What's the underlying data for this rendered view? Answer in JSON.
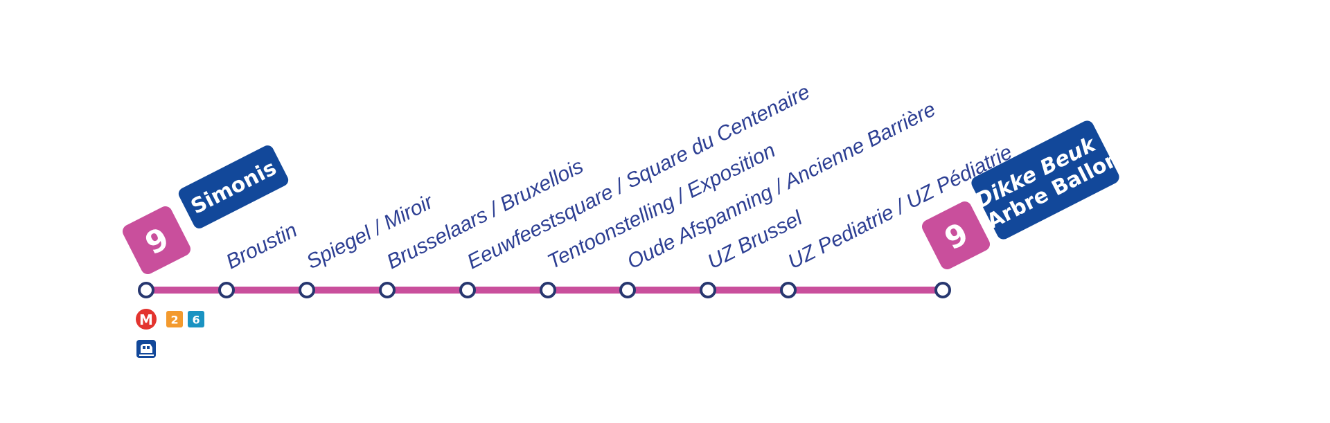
{
  "line": {
    "number": "9",
    "color": "#c94f9c",
    "terminus_color": "#12489a",
    "stop_ring_color": "#27376f"
  },
  "origin": {
    "name": "Simonis"
  },
  "destination": {
    "name_nl": "Dikke Beuk",
    "name_fr": "Arbre Ballon"
  },
  "stops": [
    {
      "name": ""
    },
    {
      "name": "Broustin"
    },
    {
      "name": "Spiegel / Miroir"
    },
    {
      "name": "Brusselaars / Bruxellois"
    },
    {
      "name": "Eeuwfeestsquare / Square du Centenaire"
    },
    {
      "name": "Tentoonstelling / Exposition"
    },
    {
      "name": "Oude Afspanning / Ancienne Barrière"
    },
    {
      "name": "UZ Brussel"
    },
    {
      "name": "UZ Pediatrie / UZ Pédiatrie"
    },
    {
      "name": ""
    }
  ],
  "connections": {
    "metro_icon": "M",
    "metro_lines": [
      {
        "number": "2",
        "color": "#f39a2e"
      },
      {
        "number": "6",
        "color": "#1a93c2"
      }
    ],
    "metro_color": "#e3342f",
    "train_icon": "train-icon",
    "train_color": "#12489a"
  }
}
